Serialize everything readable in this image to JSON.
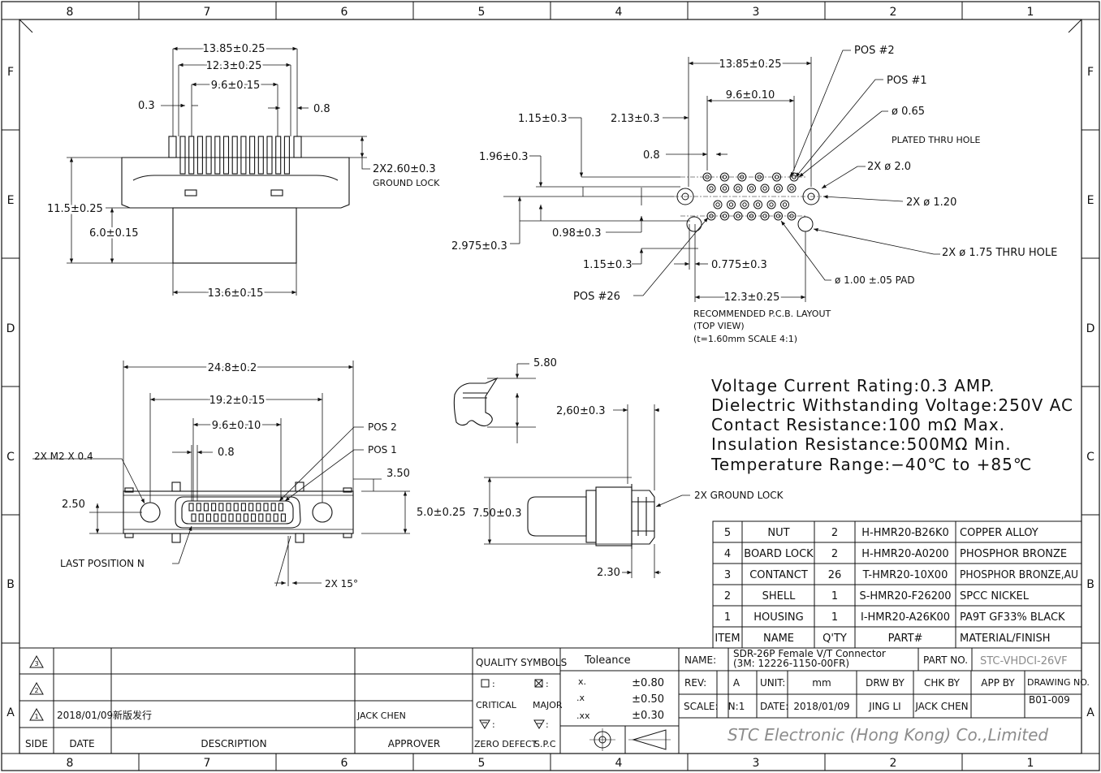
{
  "zones": {
    "columns": [
      "8",
      "7",
      "6",
      "5",
      "4",
      "3",
      "2",
      "1"
    ],
    "rows": [
      "F",
      "E",
      "D",
      "C",
      "B",
      "A"
    ]
  },
  "top_view": {
    "dim_overall": "13.85±0.25",
    "dim_pins_outer": "12.3±0.25",
    "dim_pins_inner": "9.6±0.15",
    "dim_left_gap": "0.3",
    "dim_right_gap": "0.8",
    "dim_height": "11.5±0.25",
    "dim_body": "6.0±0.15",
    "dim_bottom": "13.6±0.15",
    "ground_lock_dim": "2X2.60±0.3",
    "ground_lock_label": "GROUND LOCK"
  },
  "pcb_layout": {
    "dim_overall": "13.85±0.25",
    "dim_pitch_span": "9.6±0.10",
    "dim_a": "1.15±0.3",
    "dim_b": "2.13±0.3",
    "dim_c": "0.8",
    "dim_d": "1.96±0.3",
    "dim_e": "2.975±0.3",
    "dim_f": "0.98±0.3",
    "dim_g": "1.15±0.3",
    "dim_h": "0.775±0.3",
    "dim_i": "12.3±0.25",
    "pos2": "POS #2",
    "pos1": "POS #1",
    "pos26": "POS #26",
    "hole_065": "ø 0.65",
    "plated": "PLATED THRU HOLE",
    "hole_20": "2X  ø 2.0",
    "hole_120": "2X  ø 1.20",
    "hole_175": "2X  ø 1.75 THRU HOLE",
    "pad": "ø 1.00 ±.05    PAD",
    "caption_1": "RECOMMENDED P.C.B. LAYOUT",
    "caption_2": "(TOP VIEW)",
    "caption_3": "(t=1.60mm SCALE  4:1)"
  },
  "front_view": {
    "dim_overall": "24.8±0.2",
    "dim_screw": "19.2±0.15",
    "dim_pins": "9.6±0.10",
    "dim_pitch": "0.8",
    "screw_label": "2X M2 X 0.4",
    "pos2": "POS 2",
    "pos1": "POS 1",
    "dim_350": "3.50",
    "dim_250": "2.50",
    "dim_height": "5.0±0.25",
    "last_pos": "LAST POSITION N",
    "angle": "2X 15°"
  },
  "side_view": {
    "dim_580": "5.80",
    "dim_260": "2,60±0.3",
    "ground_lock": "2X GROUND LOCK",
    "dim_750": "7.50±0.3",
    "dim_230": "2.30"
  },
  "specs": [
    "Voltage Current Rating:0.3 AMP.",
    "Dielectric Withstanding Voltage:250V AC",
    "Contact Resistance:100 mΩ Max.",
    "Insulation Resistance:500MΩ Min.",
    "Temperature Range:−40℃ to +85℃"
  ],
  "bom": {
    "header": [
      "ITEM",
      "NAME",
      "Q'TY",
      "PART#",
      "MATERIAL/FINISH"
    ],
    "rows": [
      [
        "5",
        "NUT",
        "2",
        "H-HMR20-B26K0",
        "COPPER ALLOY"
      ],
      [
        "4",
        "BOARD LOCK",
        "2",
        "H-HMR20-A0200",
        "PHOSPHOR BRONZE"
      ],
      [
        "3",
        "CONTANCT",
        "26",
        "T-HMR20-10X00",
        "PHOSPHOR BRONZE,AU"
      ],
      [
        "2",
        "SHELL",
        "1",
        "S-HMR20-F26200",
        "SPCC NICKEL"
      ],
      [
        "1",
        "HOUSING",
        "1",
        "I-HMR20-A26K00",
        "PA9T GF33% BLACK"
      ]
    ]
  },
  "revision": {
    "symbols": [
      "3",
      "2",
      "1"
    ],
    "row1_date": "2018/01/09",
    "row1_desc": "新版发行",
    "row1_approver": "JACK CHEN",
    "headers": [
      "SIDE",
      "DATE",
      "DESCRIPTION",
      "APPROVER"
    ]
  },
  "quality": {
    "title": "QUALITY SYMBOLS",
    "critical": "CRITICAL",
    "major": "MAJOR",
    "zero_defect": "ZERO DEFECT",
    "spc": "S.P.C"
  },
  "tolerance": {
    "title": "Toleance",
    "rows": [
      [
        "x.",
        "±0.80"
      ],
      [
        ".x",
        "±0.50"
      ],
      [
        ".xx",
        "±0.30"
      ]
    ]
  },
  "title_block": {
    "name_label": "NAME:",
    "name_1": "SDR-26P Female V/T Connector",
    "name_2": "(3M: 12226-1150-00FR)",
    "part_no_label": "PART NO.",
    "part_no": "STC-VHDCI-26VF",
    "rev_label": "REV:",
    "rev": "A",
    "unit_label": "UNIT:",
    "unit": "mm",
    "drw_by_label": "DRW BY",
    "chk_by_label": "CHK BY",
    "app_by_label": "APP BY",
    "drawing_no_label": "DRAWING NO.",
    "drawing_no": "B01-009",
    "scale_label": "SCALE:",
    "scale": "N:1",
    "date_label": "DATE:",
    "date": "2018/01/09",
    "drw_by": "JING LI",
    "chk_by": "JACK CHEN",
    "company": "STC Electronic (Hong Kong) Co.,Limited"
  }
}
